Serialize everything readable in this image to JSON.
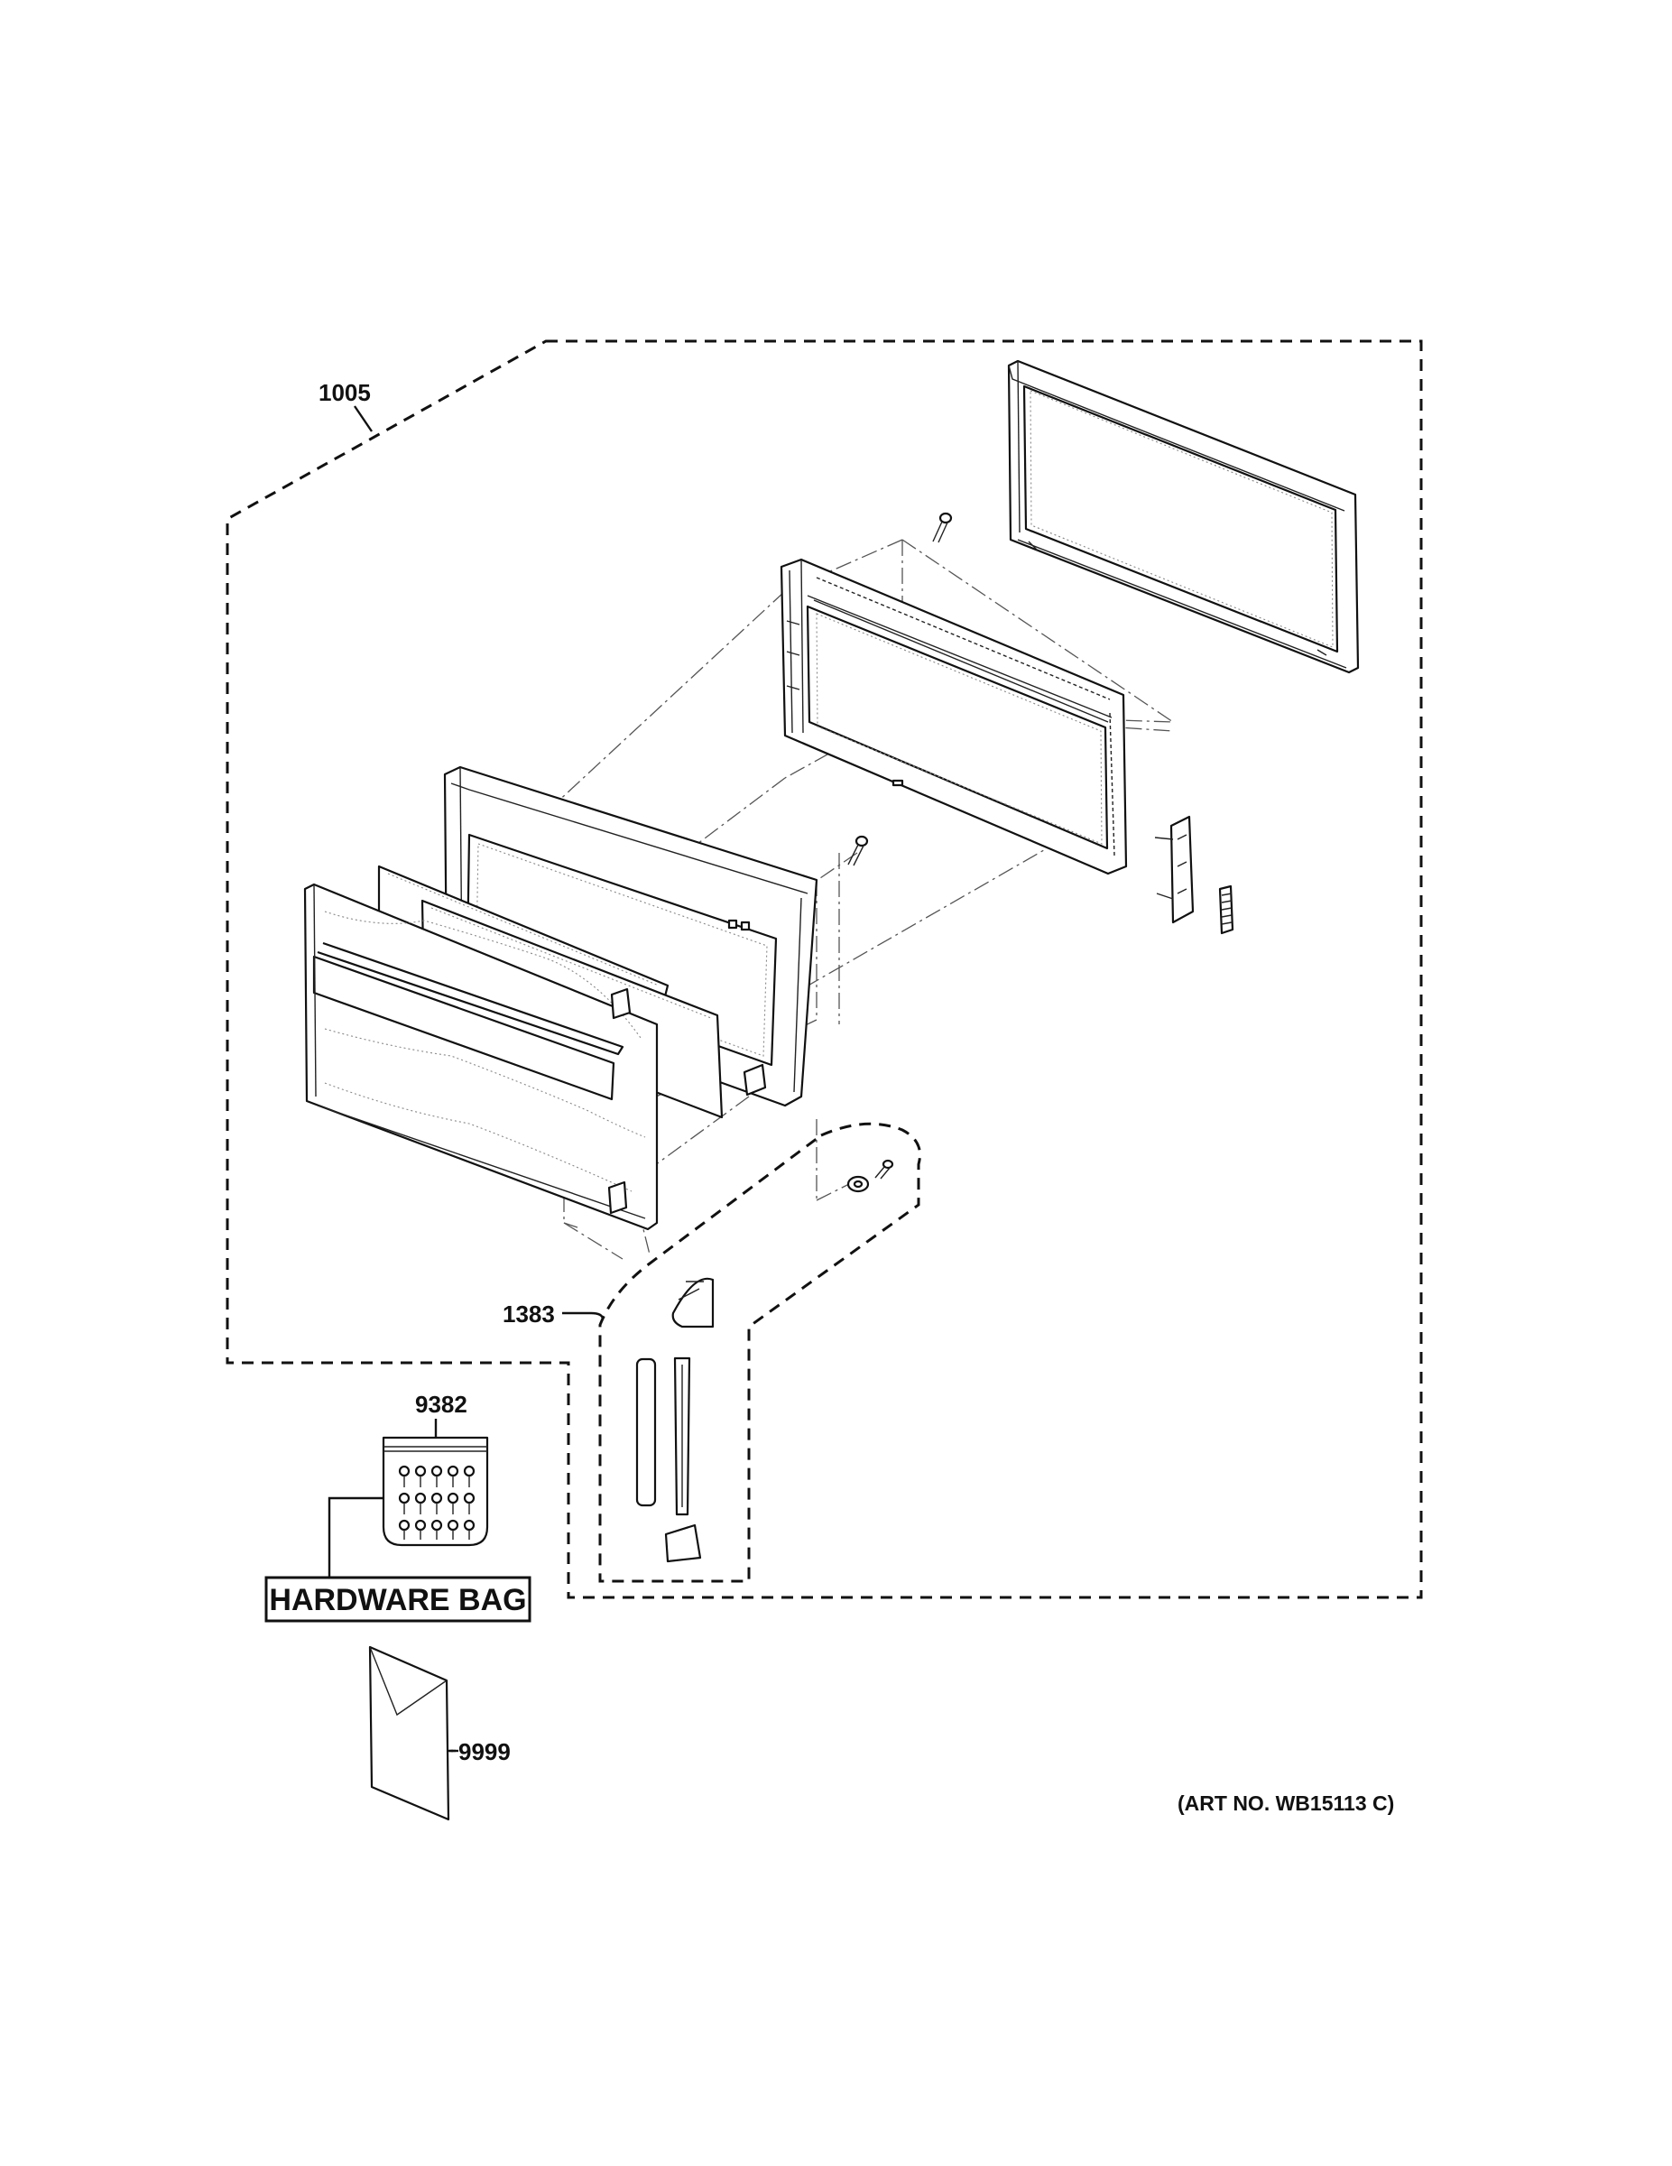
{
  "callouts": {
    "door_assembly": "1005",
    "handle_assembly": "1383",
    "hardware_bag": "9382",
    "literature": "9999"
  },
  "box_label": "HARDWARE BAG",
  "art_number": "(ART NO. WB15113 C)",
  "icons": [
    "door-frame",
    "choke-frame",
    "door-panel",
    "glass-panel",
    "latch-spring",
    "handle",
    "screw",
    "envelope"
  ]
}
